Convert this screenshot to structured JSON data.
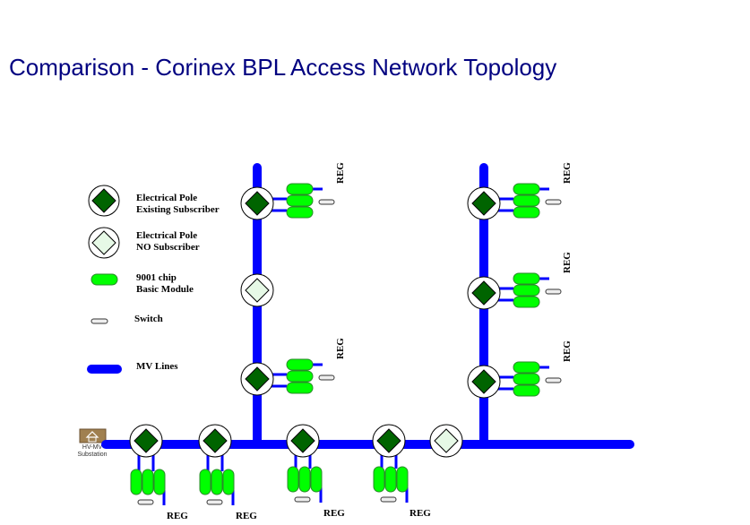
{
  "title": "Comparison - Corinex BPL Access Network Topology",
  "legend": {
    "existing_line1": "Electrical Pole",
    "existing_line2": "Existing Subscriber",
    "nosub_line1": "Electrical Pole",
    "nosub_line2": "NO Subscriber",
    "chip_line1": "9001 chip",
    "chip_line2": "Basic Module",
    "switch": "Switch",
    "mv": "MV Lines"
  },
  "substation": {
    "line1": "HV-MV",
    "line2": "Substation",
    "icon": "house-icon"
  },
  "reg_label": "REG",
  "colors": {
    "mv_line": "#0000ff",
    "pole_existing": "#006400",
    "pole_no_subscriber": "#e6f9e6",
    "chip": "#00ff00",
    "title": "#000080"
  },
  "network": {
    "main_line_poles": [
      "existing",
      "existing",
      "existing",
      "existing",
      "no_subscriber"
    ],
    "branch_1_poles": [
      "existing",
      "no_subscriber",
      "existing"
    ],
    "branch_2_poles": [
      "existing",
      "existing",
      "existing"
    ]
  }
}
